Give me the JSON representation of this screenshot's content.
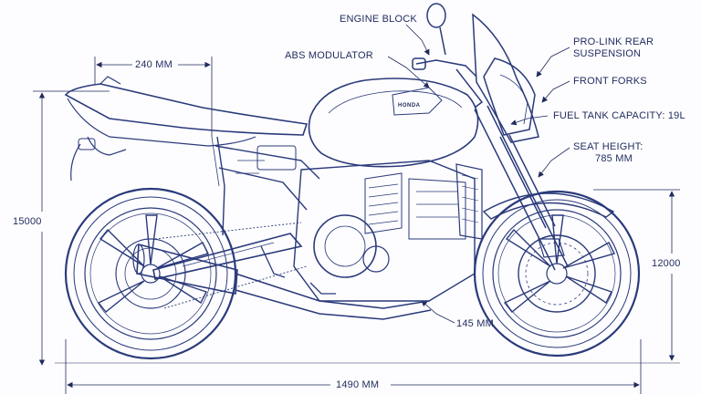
{
  "colors": {
    "ink": "#1f2a5c",
    "line": "#2a3a7a",
    "light": "#7f8bc4",
    "paper": "#fdfdff"
  },
  "brand_mark": "HONDA",
  "callouts": {
    "engine_block": "ENGINE BLOCK",
    "abs_modulator": "ABS MODULATOR",
    "pro_link_line1": "PRO-LINK REAR",
    "pro_link_line2": "SUSPENSION",
    "front_forks": "FRONT FORKS",
    "fuel_tank": "FUEL TANK CAPACITY: 19L",
    "seat_height_line1": "SEAT HEIGHT:",
    "seat_height_line2": "785 MM"
  },
  "dimensions": {
    "seat_length": "240 MM",
    "overall_height": "15000",
    "front_height": "12000",
    "ground_clearance": "145 MM",
    "overall_length": "1490 MM"
  }
}
